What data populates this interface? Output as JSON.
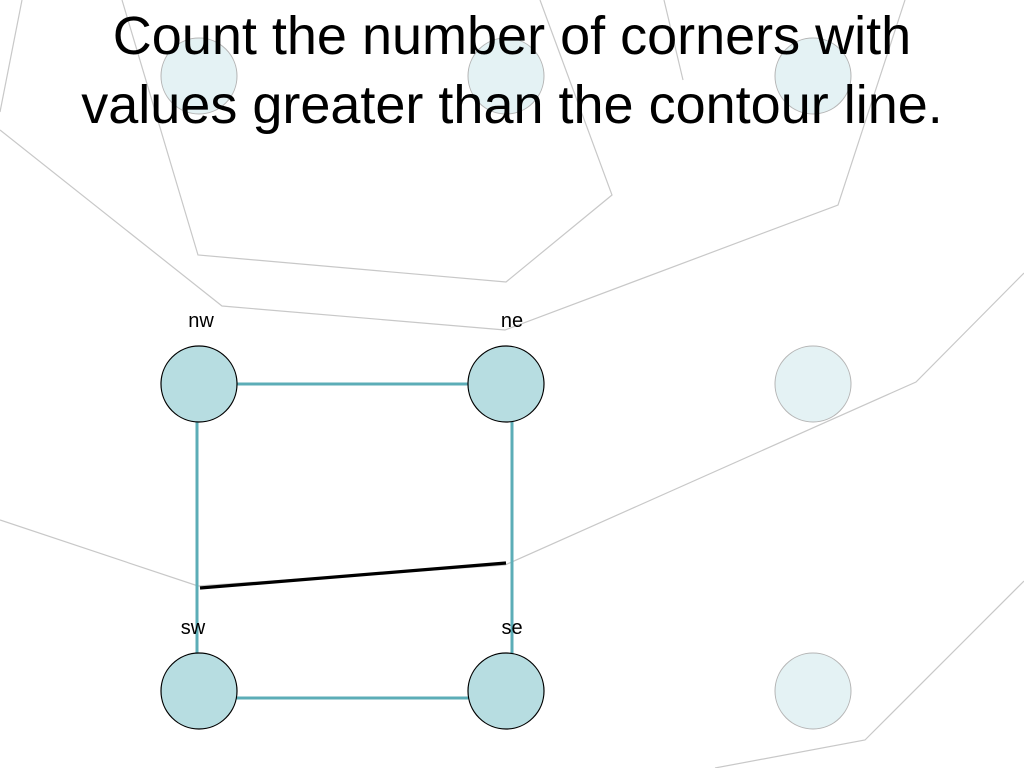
{
  "title": "Count the number of corners with values greater than the contour line.",
  "corners": {
    "nw": "nw",
    "ne": "ne",
    "sw": "sw",
    "se": "se"
  },
  "colors": {
    "active_node_fill": "#b7dde1",
    "faded_node_fill": "#e4f2f4",
    "node_stroke": "#000000",
    "faded_node_stroke": "#b5b5b5",
    "cell_edge": "#5cadb7",
    "contour_line": "#000000",
    "background_lines": "#c8c8c8"
  }
}
